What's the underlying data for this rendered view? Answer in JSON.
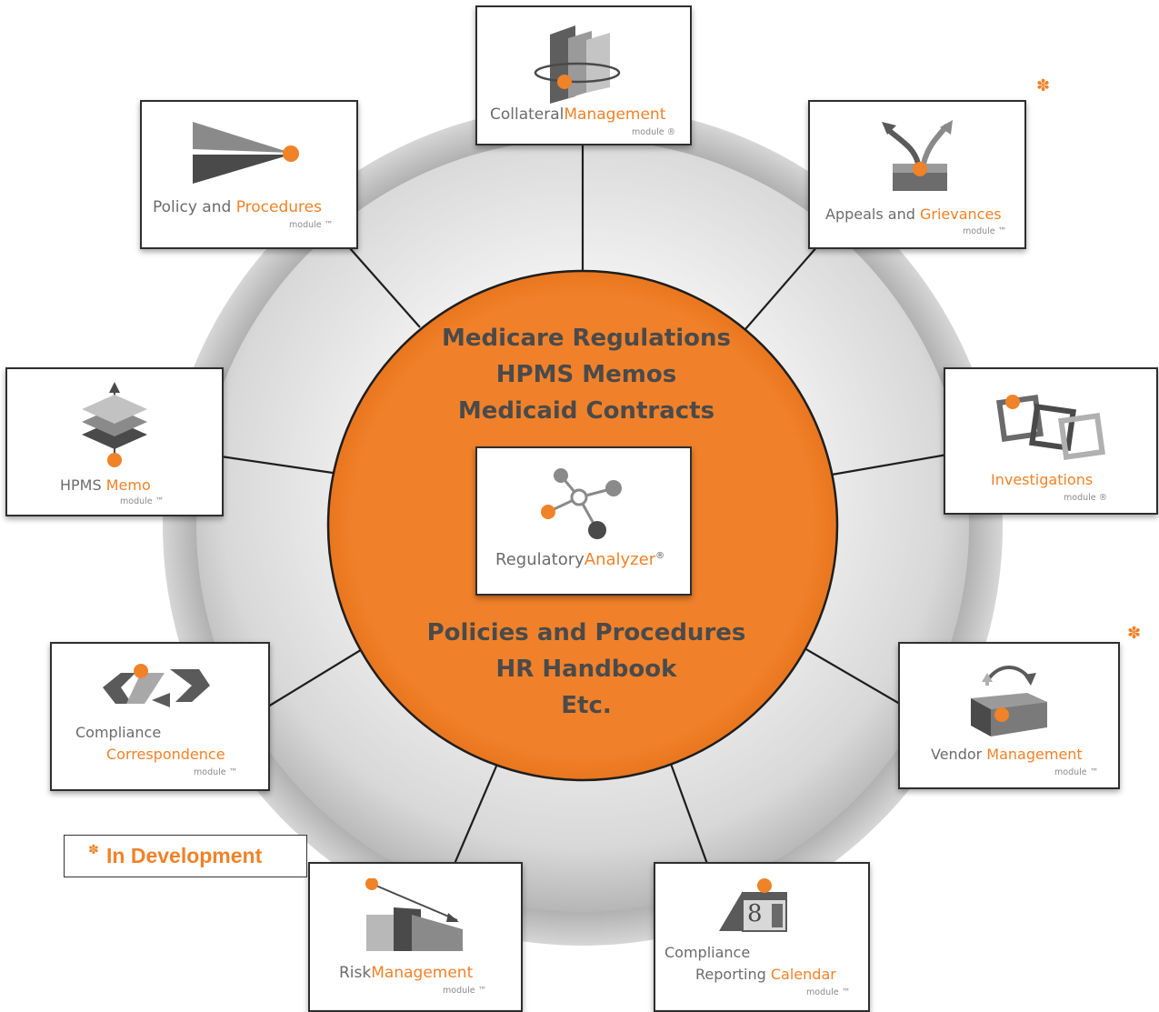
{
  "center": {
    "top_lines": [
      "Medicare Regulations",
      "HPMS Memos",
      "Medicaid Contracts"
    ],
    "bottom_lines": [
      "Policies and Procedures",
      "HR Handbook",
      "Etc."
    ],
    "product": {
      "gray": "Regulatory",
      "orange": "Analyzer",
      "mark": "®"
    }
  },
  "modules": [
    {
      "id": "collateral",
      "line1_gray": "Collateral",
      "line1_orange": "Management",
      "sub": "module ®",
      "icon": "panels-icon"
    },
    {
      "id": "appeals",
      "line1_gray": "Appeals and ",
      "line1_orange": "Grievances",
      "sub": "module ™",
      "icon": "arrows-box-icon"
    },
    {
      "id": "investigations",
      "line1_gray": "",
      "line1_orange": "Investigations",
      "sub": "module ®",
      "icon": "linked-squares-icon"
    },
    {
      "id": "vendor",
      "line1_gray": "Vendor ",
      "line1_orange": "Management",
      "sub": "module ™",
      "icon": "cycle-box-icon"
    },
    {
      "id": "reporting",
      "line1_gray": "Compliance",
      "line2_gray": "Reporting ",
      "line2_orange": "Calendar",
      "sub": "module ™",
      "icon": "calendar-icon",
      "calendar_day": "8"
    },
    {
      "id": "risk",
      "line1_gray": "Risk",
      "line1_orange": "Management",
      "sub": "module ™",
      "icon": "declining-bars-icon"
    },
    {
      "id": "correspondence",
      "line1_gray": "Compliance",
      "line2_orange": "Correspondence",
      "sub": "module ™",
      "icon": "exchange-arrows-icon"
    },
    {
      "id": "hpms",
      "line1_gray": "HPMS ",
      "line1_orange": "Memo",
      "sub": "module ™",
      "icon": "layers-icon"
    },
    {
      "id": "policy",
      "line1_gray": "Policy and ",
      "line1_orange": "Procedures",
      "sub": "module ™",
      "icon": "wedge-icon"
    }
  ],
  "legend": {
    "star": "✽",
    "text": "In Development"
  },
  "in_development_marker": "✽",
  "colors": {
    "accent": "#f08228",
    "dark_gray": "#4a4a4a",
    "ring": "#8c8c8c"
  }
}
